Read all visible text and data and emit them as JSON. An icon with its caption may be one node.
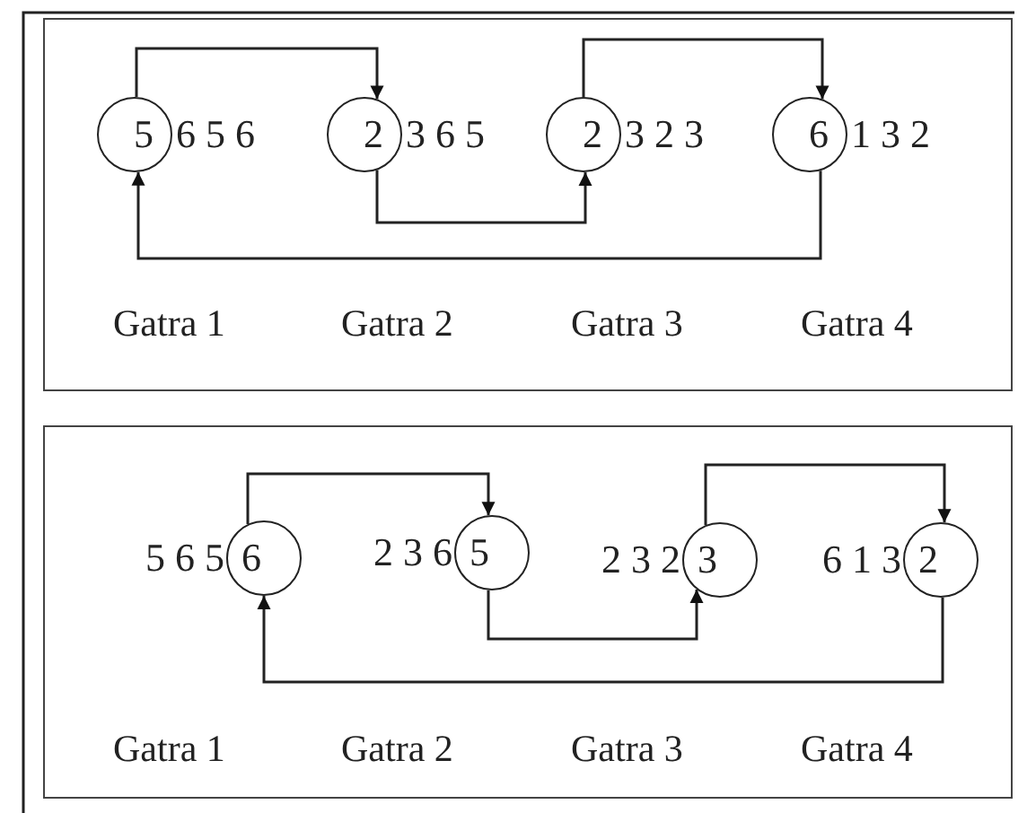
{
  "diagram": {
    "nodes": [
      {
        "text": [],
        "shape": "box"
      },
      {
        "text": [
          "5"
        ],
        "in": 0,
        "beside": [
          "6 5 6"
        ]
      },
      {
        "text": [
          "2"
        ],
        "in": 0,
        "beside": [
          "3 6 5"
        ]
      },
      {
        "text": [
          "2"
        ],
        "in": 0,
        "beside": [
          "3 2 3"
        ]
      },
      {
        "text": [
          "6"
        ],
        "in": 0,
        "beside": [
          "1 3 2"
        ]
      },
      {
        "text": [],
        "shape": "box"
      },
      {
        "text": [
          "6"
        ],
        "in": 5,
        "beside": [
          "5 6 5"
        ]
      },
      {
        "text": [
          "5"
        ],
        "in": 5,
        "beside": [
          "2 3 6"
        ]
      },
      {
        "text": [
          "3"
        ],
        "in": 5,
        "beside": [
          "2 3 2"
        ]
      },
      {
        "text": [
          "2"
        ],
        "in": 5,
        "beside": [
          "6 1 3"
        ]
      }
    ],
    "edges": [
      {
        "from": 1,
        "to": 2,
        "arrow": "to"
      },
      {
        "from": 2,
        "to": 3,
        "arrow": "to"
      },
      {
        "from": 3,
        "to": 4,
        "arrow": "to"
      },
      {
        "from": 4,
        "to": 1,
        "arrow": "to"
      },
      {
        "from": 6,
        "to": 7,
        "arrow": "to"
      },
      {
        "from": 7,
        "to": 8,
        "arrow": "to"
      },
      {
        "from": 8,
        "to": 9,
        "arrow": "to"
      },
      {
        "from": 9,
        "to": 6,
        "arrow": "to"
      }
    ],
    "labels": [
      "Gatra 1",
      "Gatra 2",
      "Gatra 3",
      "Gatra 4",
      "Gatra 1",
      "Gatra 2",
      "Gatra 3",
      "Gatra 4"
    ]
  }
}
